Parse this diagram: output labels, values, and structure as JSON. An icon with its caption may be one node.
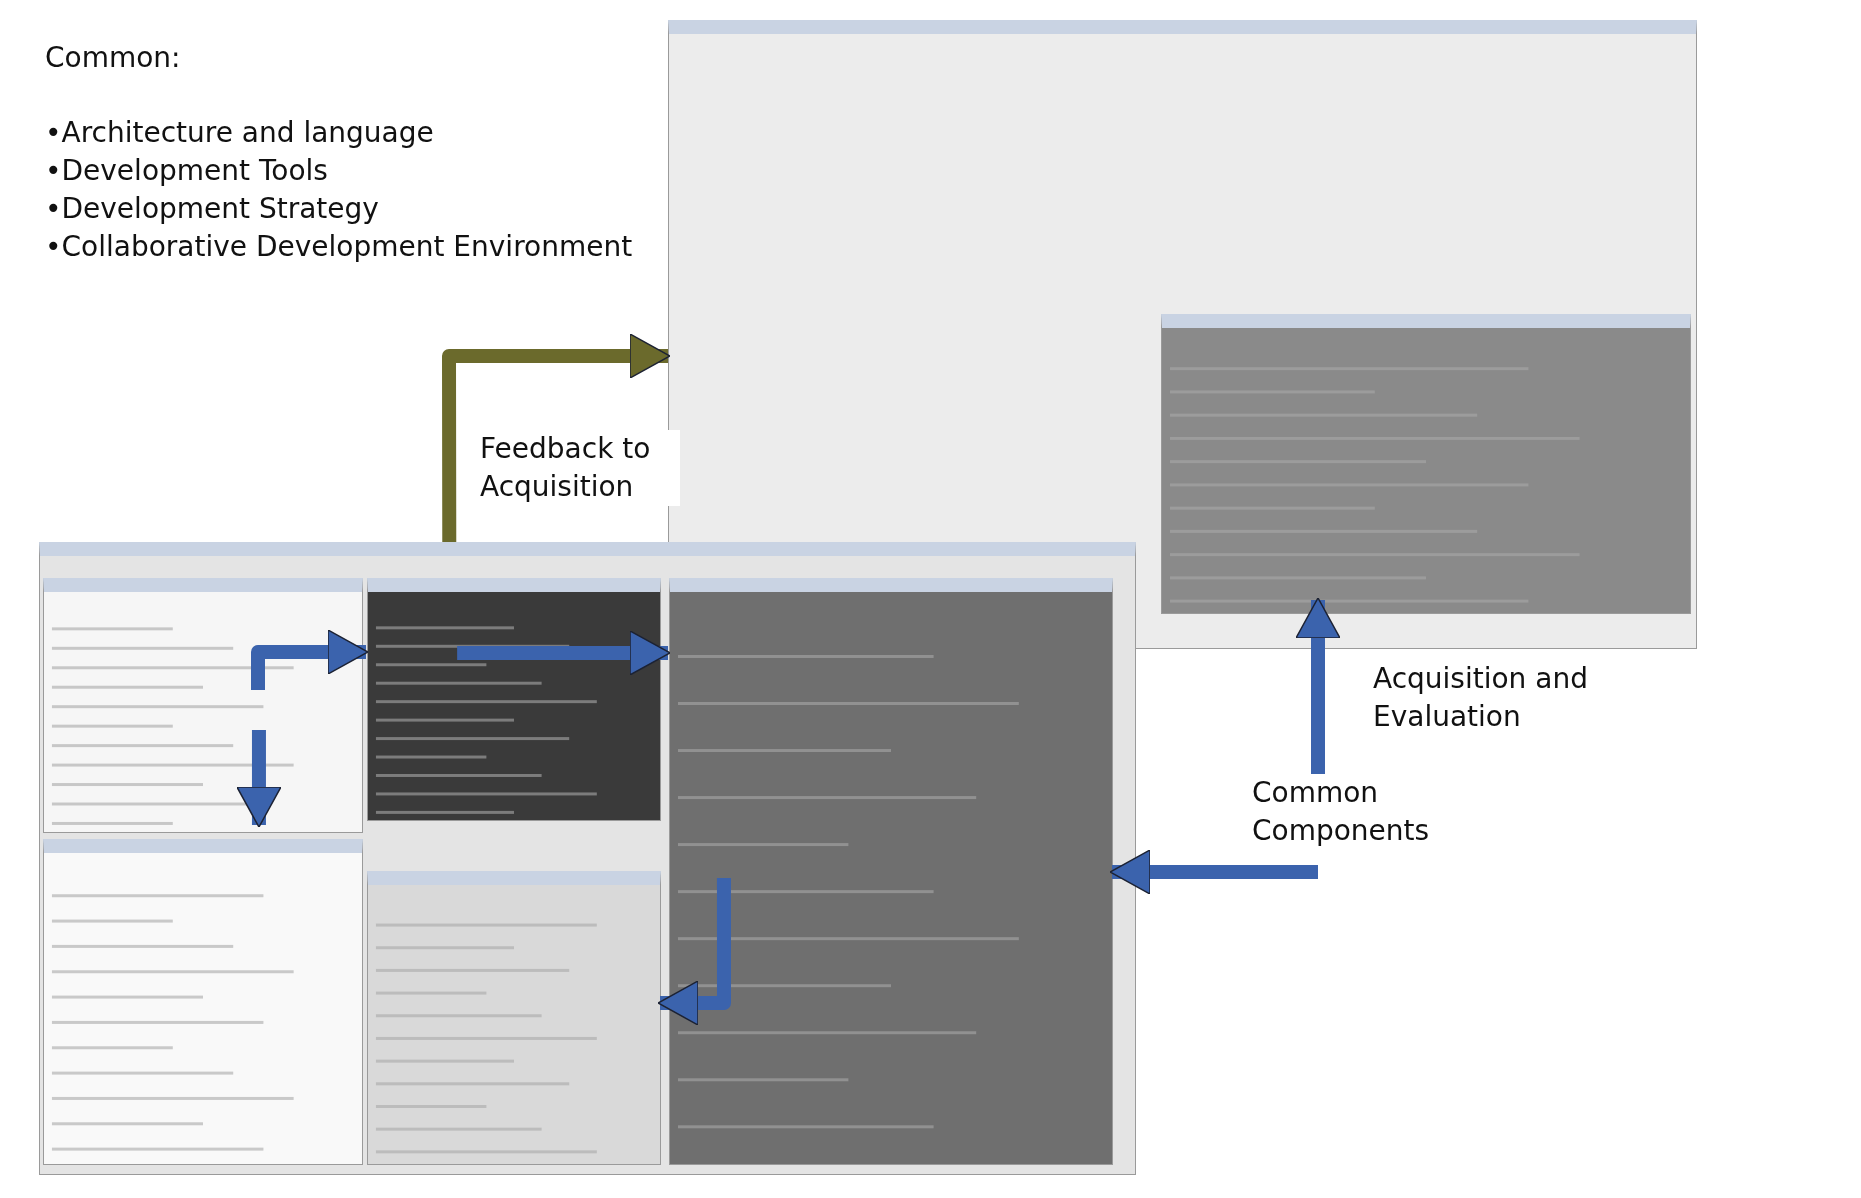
{
  "diagram": {
    "nodes": [
      {
        "text": [],
        "shape": "picture",
        "beside": [
          "Acquisition and Evaluation"
        ]
      },
      {
        "text": [],
        "shape": "picture",
        "in": 0
      },
      {
        "text": [],
        "shape": "picture"
      },
      {
        "text": [],
        "shape": "picture",
        "in": 2
      },
      {
        "text": [],
        "shape": "picture",
        "in": 2
      },
      {
        "text": [],
        "shape": "picture",
        "in": 2
      },
      {
        "text": [],
        "shape": "picture",
        "in": 2
      },
      {
        "text": [],
        "shape": "picture",
        "in": 2
      },
      {
        "text": [
          "Common Components"
        ]
      }
    ],
    "edges": [
      {
        "from": 2,
        "to": 0,
        "arrow": "to",
        "label": "Feedback to Acquisition",
        "color": "#6b6a2c"
      },
      {
        "from": 3,
        "to": 4,
        "arrow": "to"
      },
      {
        "from": 4,
        "to": 5,
        "arrow": "to"
      },
      {
        "from": 3,
        "to": 6,
        "arrow": "to"
      },
      {
        "from": 5,
        "to": 7,
        "arrow": "to"
      },
      {
        "from": 8,
        "to": 1,
        "arrow": "to"
      },
      {
        "from": 8,
        "to": 5,
        "arrow": "to"
      }
    ],
    "labels": [
      "Common:",
      "•Architecture and language",
      "•Development Tools",
      "•Development Strategy",
      "•Collaborative Development Environment"
    ]
  }
}
